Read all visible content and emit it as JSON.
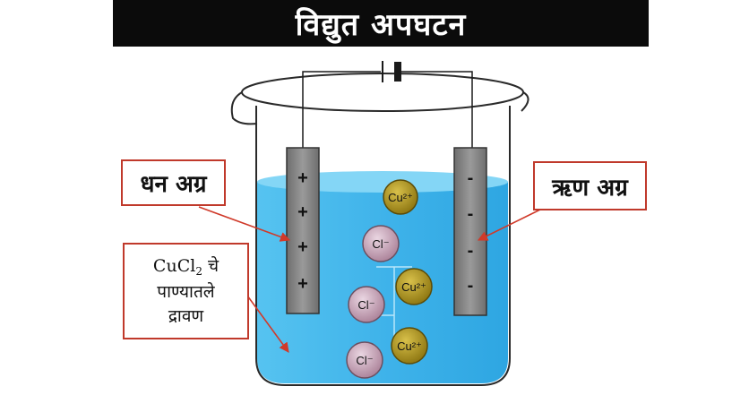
{
  "title": "विद्युत अपघटन",
  "labels": {
    "anode": "धन अग्र",
    "cathode": "ऋण अग्र",
    "solution_line1_main": "CuCl",
    "solution_line1_sub": "2",
    "solution_line1_rest": " चे",
    "solution_line2": "पाण्यातले",
    "solution_line3": "द्रावण"
  },
  "electrodes": {
    "anode_signs": [
      "+",
      "+",
      "+",
      "+"
    ],
    "cathode_signs": [
      "-",
      "-",
      "-",
      "-"
    ]
  },
  "ions": {
    "copper": "Cu²⁺",
    "chloride": "Cl⁻"
  },
  "colors": {
    "title_bg": "#0b0b0b",
    "liquid": "#3fb3ea",
    "liquid_top": "#84d6f6",
    "electrode": "#7f7f7f",
    "copper_ion": "#a58d1a",
    "chloride_ion": "#c3a0b4",
    "label_border": "#c0392b",
    "arrow": "#d03a2a"
  }
}
